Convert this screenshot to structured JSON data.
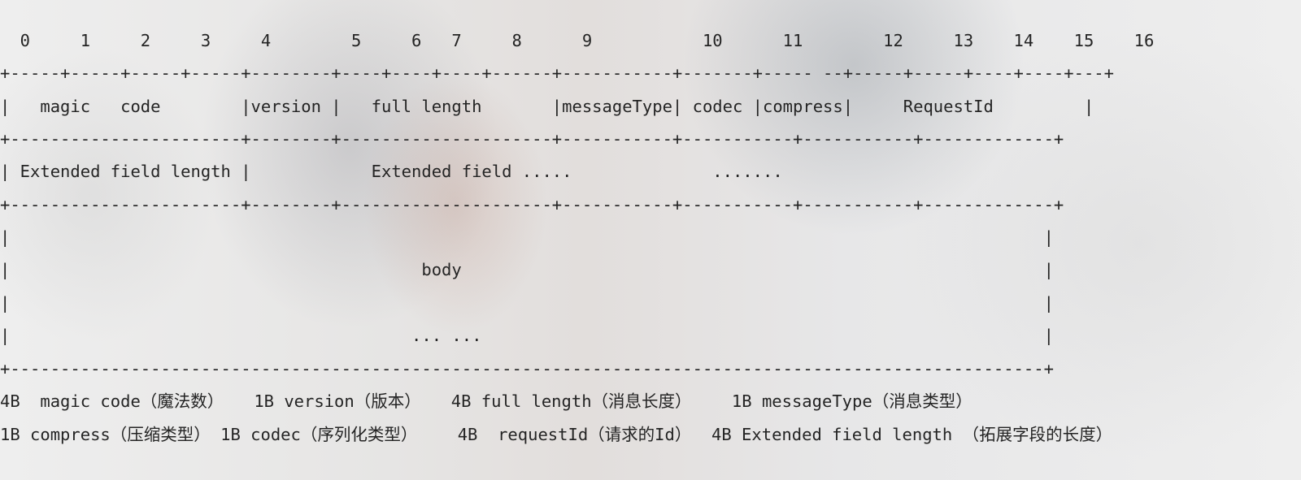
{
  "diagram": {
    "byte_index_row": "  0     1     2     3     4        5     6   7     8      9           10      11        12     13    14    15    16",
    "border_top": "+-----+-----+-----+-----+--------+----+----+----+------+-----------+-------+----- --+-----+-----+----+----+---+",
    "header_row": "|   magic   code        |version |   full length       |messageType| codec |compress|     RequestId         |",
    "border_mid_1": "+-----------------------+--------+---------------------+-----------+-----------+-----------+-------------+",
    "extended_row": "| Extended field length |            Extended field .....              .......",
    "border_mid_2": "+-----------------------+--------+---------------------+-----------+-----------+-----------+-------------+",
    "body_row_1": "|                                                                                                       |",
    "body_row_2": "|                                         body                                                          |",
    "body_row_3": "|                                                                                                       |",
    "body_row_4": "|                                        ... ...                                                        |",
    "border_bottom": "+-------------------------------------------------------------------------------------------------------+"
  },
  "legend": {
    "line_1": "4B  magic code（魔法数）   1B version（版本）   4B full length（消息长度）    1B messageType（消息类型）",
    "line_2": "1B compress（压缩类型） 1B codec（序列化类型）    4B  requestId（请求的Id）  4B Extended field length （拓展字段的长度）"
  }
}
